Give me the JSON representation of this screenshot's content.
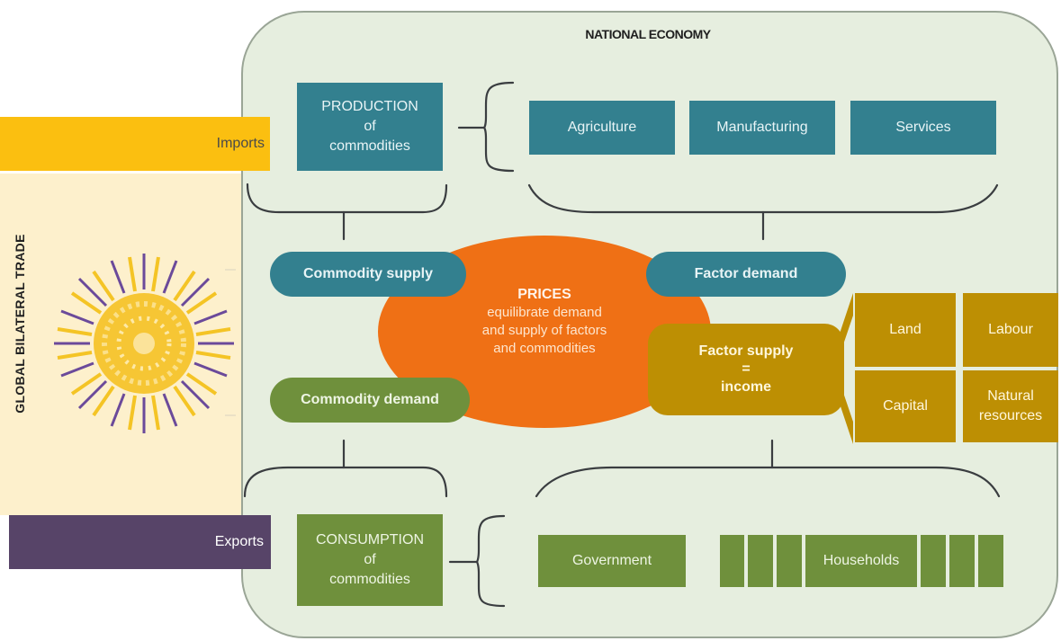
{
  "national_economy": {
    "title": "NATIONAL ECONOMY"
  },
  "global_trade": {
    "title": "GLOBAL BILATERAL TRADE",
    "imports_label": "Imports",
    "exports_label": "Exports"
  },
  "production": {
    "line1": "PRODUCTION",
    "line2": "of",
    "line3": "commodities",
    "sectors": [
      "Agriculture",
      "Manufacturing",
      "Services"
    ]
  },
  "consumption": {
    "line1": "CONSUMPTION",
    "line2": "of",
    "line3": "commodities",
    "agents": {
      "government": "Government",
      "households": "Households"
    }
  },
  "flows": {
    "commodity_supply": "Commodity supply",
    "factor_demand": "Factor demand",
    "commodity_demand": "Commodity demand"
  },
  "prices": {
    "title": "PRICES",
    "line1": "equilibrate demand",
    "line2": "and supply of factors",
    "line3": "and commodities"
  },
  "factor_supply": {
    "line1": "Factor supply",
    "line2": "=",
    "line3": "income",
    "factors": {
      "land": "Land",
      "labour": "Labour",
      "capital": "Capital",
      "natural_line1": "Natural",
      "natural_line2": "resources"
    }
  },
  "colors": {
    "teal": "#33808f",
    "olive": "#6f903c",
    "gold": "#bd8f03",
    "orange": "#ef7015",
    "imports": "#fbbf10",
    "exports": "#574468",
    "economy_bg": "#e6eedf",
    "trade_bg": "#fdf0cc"
  },
  "icons": {
    "global_trade": "sun-globe-icon"
  }
}
